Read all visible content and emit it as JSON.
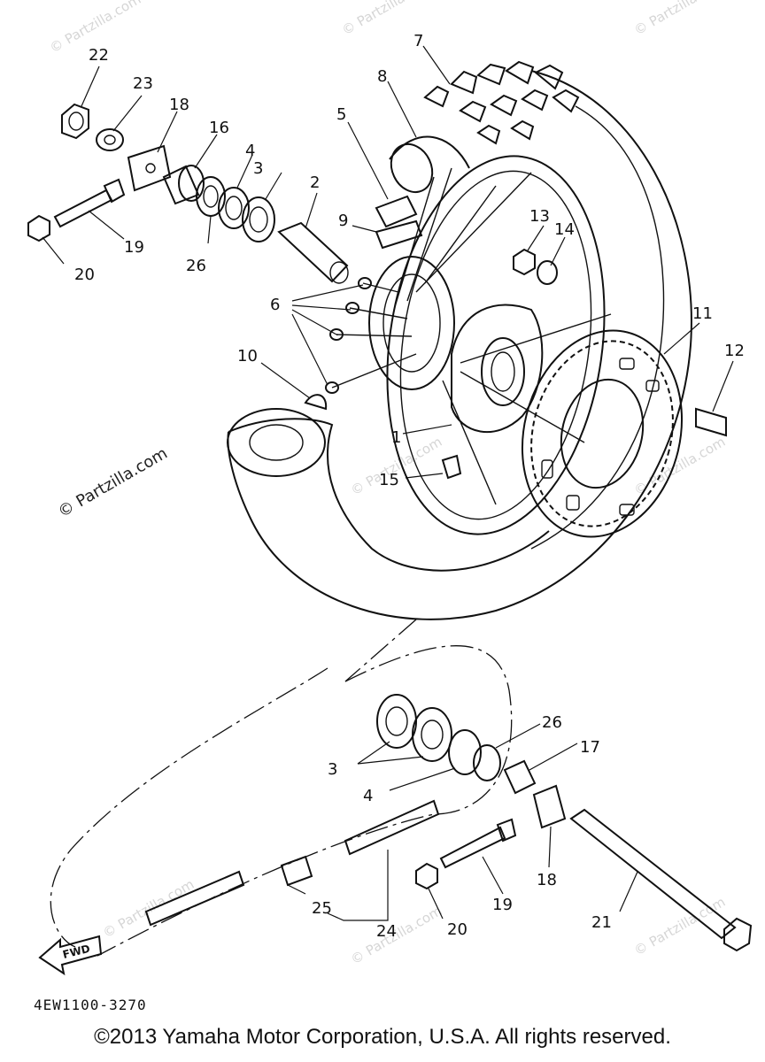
{
  "diagram": {
    "callouts": [
      {
        "id": "c1",
        "text": "1"
      },
      {
        "id": "c2",
        "text": "2"
      },
      {
        "id": "c3a",
        "text": "3"
      },
      {
        "id": "c3b",
        "text": "3"
      },
      {
        "id": "c4a",
        "text": "4"
      },
      {
        "id": "c4b",
        "text": "4"
      },
      {
        "id": "c5",
        "text": "5"
      },
      {
        "id": "c6",
        "text": "6"
      },
      {
        "id": "c7",
        "text": "7"
      },
      {
        "id": "c8",
        "text": "8"
      },
      {
        "id": "c9",
        "text": "9"
      },
      {
        "id": "c10",
        "text": "10"
      },
      {
        "id": "c11",
        "text": "11"
      },
      {
        "id": "c12",
        "text": "12"
      },
      {
        "id": "c13",
        "text": "13"
      },
      {
        "id": "c14",
        "text": "14"
      },
      {
        "id": "c15",
        "text": "15"
      },
      {
        "id": "c16",
        "text": "16"
      },
      {
        "id": "c17",
        "text": "17"
      },
      {
        "id": "c18a",
        "text": "18"
      },
      {
        "id": "c18b",
        "text": "18"
      },
      {
        "id": "c19a",
        "text": "19"
      },
      {
        "id": "c19b",
        "text": "19"
      },
      {
        "id": "c20a",
        "text": "20"
      },
      {
        "id": "c20b",
        "text": "20"
      },
      {
        "id": "c21",
        "text": "21"
      },
      {
        "id": "c22",
        "text": "22"
      },
      {
        "id": "c23",
        "text": "23"
      },
      {
        "id": "c24",
        "text": "24"
      },
      {
        "id": "c25",
        "text": "25"
      },
      {
        "id": "c26a",
        "text": "26"
      },
      {
        "id": "c26b",
        "text": "26"
      }
    ],
    "fwd_label": "FWD",
    "watermark_main": "© Partzilla.com",
    "watermark_faint": "© Partzilla.com"
  },
  "footer": {
    "diagram_code": "4EW1100-3270",
    "copyright": "©2013 Yamaha Motor Corporation, U.S.A. All rights reserved."
  }
}
